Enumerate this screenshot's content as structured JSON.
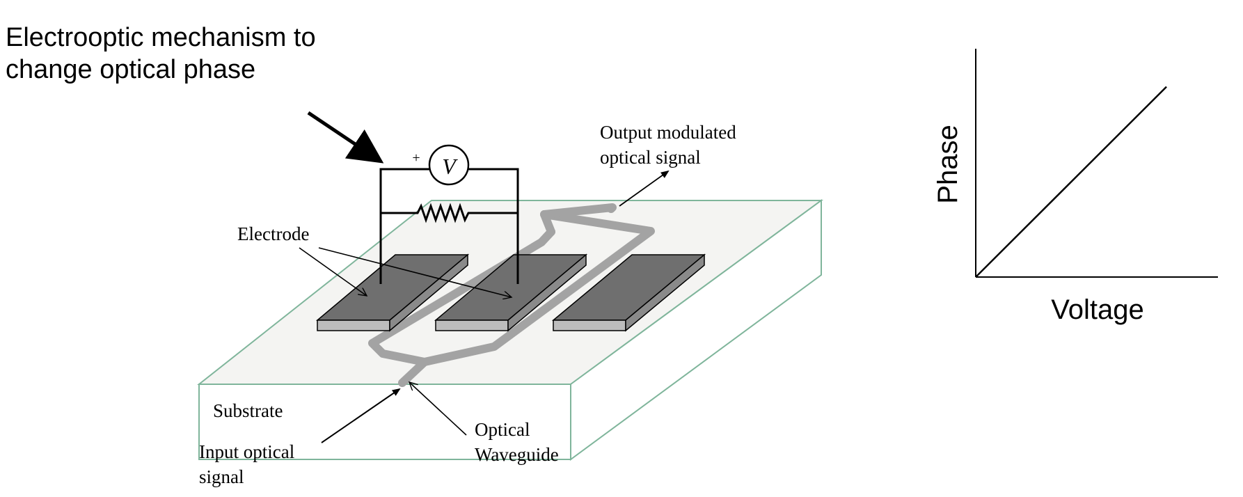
{
  "headline": {
    "line1": "Electrooptic mechanism to",
    "line2": "change optical phase"
  },
  "diagram": {
    "meter_symbol": "V",
    "meter_polarity": "+",
    "label_output_line1": "Output modulated",
    "label_output_line2": "optical signal",
    "label_electrode": "Electrode",
    "label_substrate": "Substrate",
    "label_input_line1": "Input optical",
    "label_input_line2": "signal",
    "label_waveguide_line1": "Optical",
    "label_waveguide_line2": "Waveguide"
  },
  "colors": {
    "substrate_edge": "#7fb59b",
    "substrate_top": "#f4f4f2",
    "electrode_top": "#6f6f6f",
    "electrode_side": "#bdbdbd",
    "waveguide": "#a3a3a3",
    "ink": "#000000"
  },
  "chart_data": {
    "type": "line",
    "xlabel": "Voltage",
    "ylabel": "Phase",
    "series": [
      {
        "x": [
          0,
          1
        ],
        "y": [
          0,
          1
        ]
      }
    ],
    "xlim": [
      0,
      1.27
    ],
    "ylim": [
      0,
      1.2
    ],
    "grid": false,
    "ticks": false
  }
}
